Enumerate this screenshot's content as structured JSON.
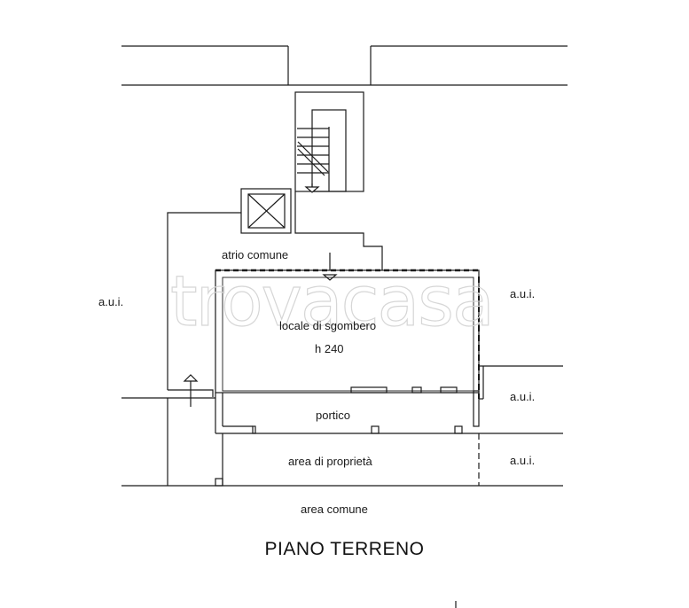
{
  "labels": {
    "atrio": "atrio comune",
    "aui_left": "a.u.i.",
    "aui_right_top": "a.u.i.",
    "aui_right_mid": "a.u.i.",
    "aui_right_bottom": "a.u.i.",
    "locale": "locale di sgombero",
    "height": "h 240",
    "portico": "portico",
    "area_proprieta": "area di proprietà",
    "area_comune": "area comune"
  },
  "title": "PIANO TERRENO",
  "watermark": "trovacasa",
  "colors": {
    "line": "#1a1a1a",
    "watermark": "#d6d6d6"
  }
}
